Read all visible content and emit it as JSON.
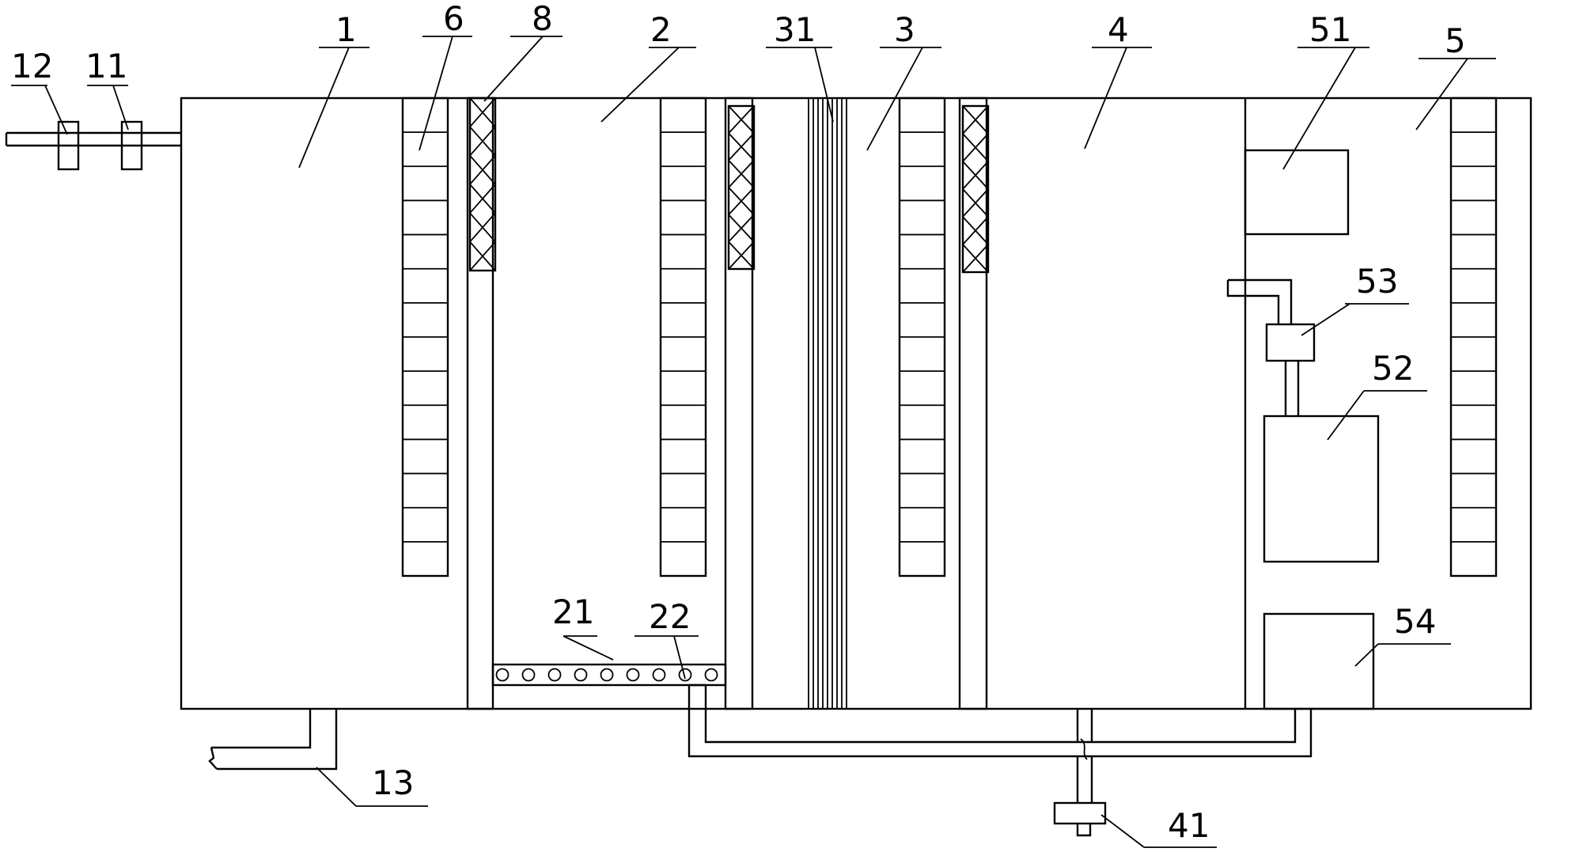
{
  "labels": {
    "l1": "1",
    "l2": "2",
    "l3": "3",
    "l4": "4",
    "l5": "5",
    "l6": "6",
    "l8": "8",
    "l11": "11",
    "l12": "12",
    "l13": "13",
    "l21": "21",
    "l22": "22",
    "l31": "31",
    "l41": "41",
    "l51": "51",
    "l52": "52",
    "l53": "53",
    "l54": "54"
  }
}
